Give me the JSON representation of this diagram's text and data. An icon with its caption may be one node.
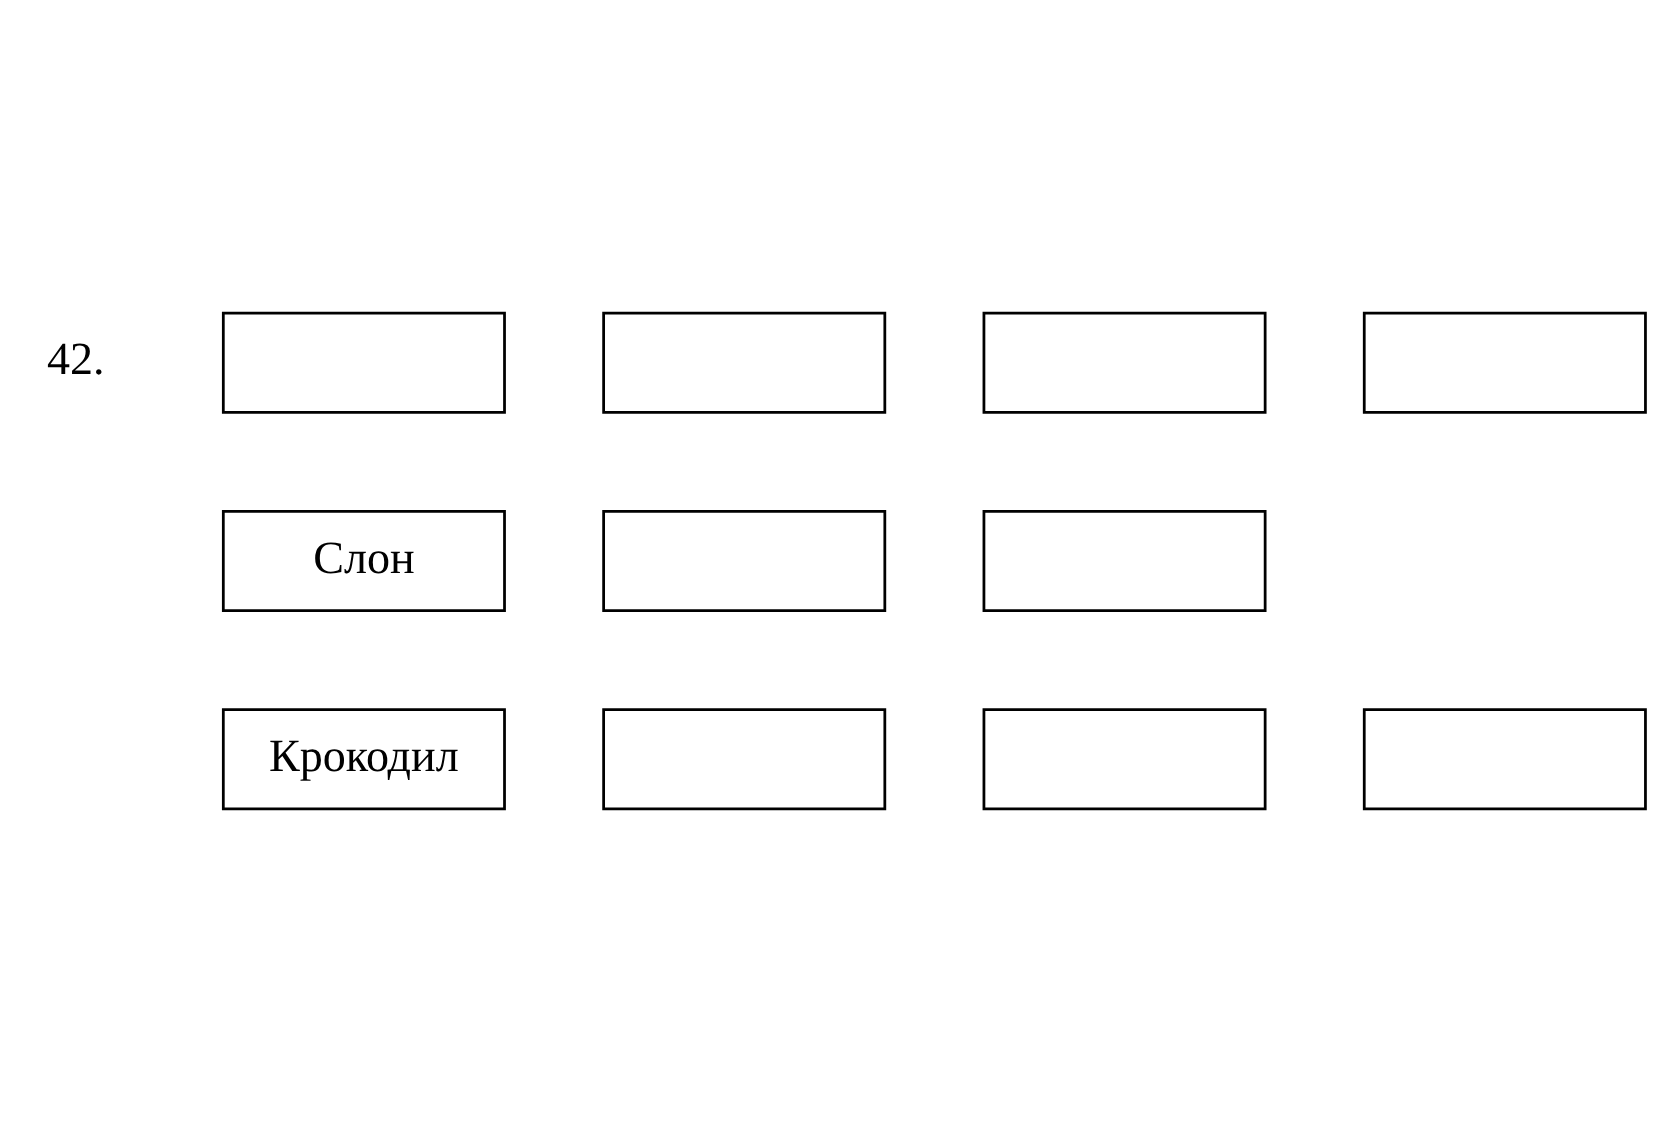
{
  "diagram": {
    "nodes": [
      {
        "text": [],
        "shape": "box"
      },
      {
        "text": [],
        "shape": "box"
      },
      {
        "text": [],
        "shape": "box"
      },
      {
        "text": [],
        "shape": "box"
      },
      {
        "text": [
          "Слон"
        ]
      },
      {
        "text": [],
        "shape": "box"
      },
      {
        "text": [],
        "shape": "box"
      },
      {
        "text": [],
        "shape": "box"
      },
      {
        "text": [],
        "shape": "box"
      },
      {
        "text": [],
        "shape": "box"
      },
      {
        "text": [
          "Крокодил"
        ]
      }
    ],
    "edges": [],
    "labels": [
      "42."
    ]
  }
}
